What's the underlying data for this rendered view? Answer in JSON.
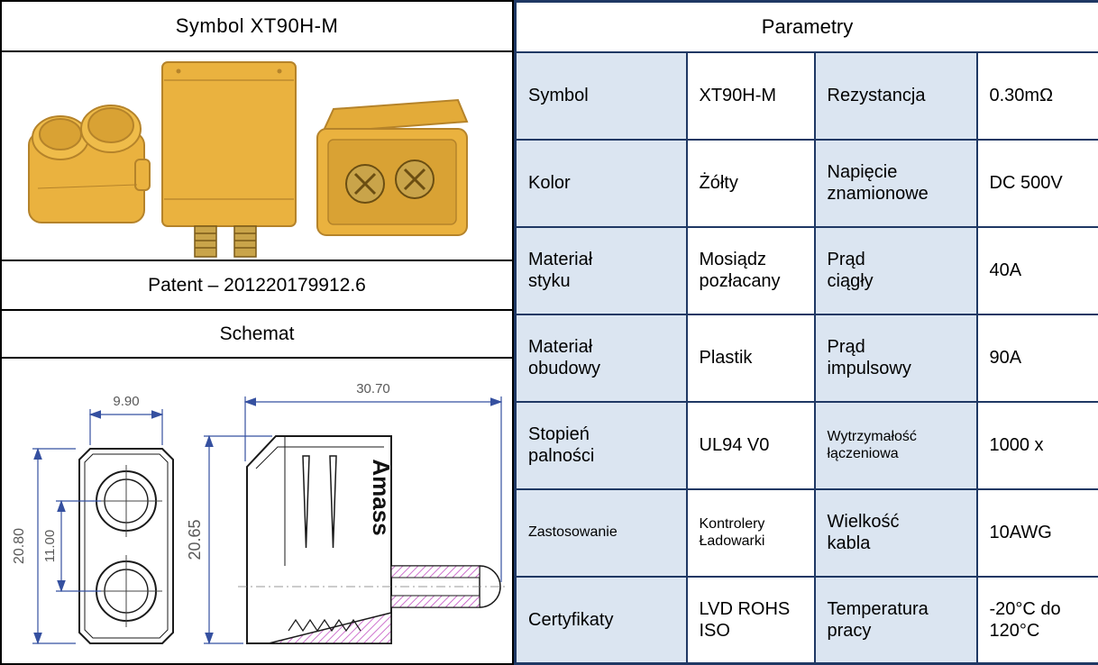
{
  "left": {
    "title": "Symbol  XT90H-M",
    "patent": "Patent – 201220179912.6",
    "schemat_title": "Schemat",
    "brand": "Amass",
    "dims": {
      "width_front": "9.90",
      "height_front": "20.80",
      "pin_spacing": "11.00",
      "height_side": "20.65",
      "length_side": "30.70"
    },
    "colors": {
      "connector_yellow": "#eab23f",
      "hatch_magenta": "#c24fc2",
      "dimension_blue": "#3550a0"
    }
  },
  "table": {
    "title": "Parametry",
    "rows": [
      {
        "p1": "Symbol",
        "v1": "XT90H-M",
        "p2": "Rezystancja",
        "v2": "0.30mΩ"
      },
      {
        "p1": "Kolor",
        "v1": "Żółty",
        "p2": "Napięcie\nznamionowe",
        "v2": "DC 500V"
      },
      {
        "p1": "Materiał\nstyku",
        "v1": "Mosiądz\npozłacany",
        "p2": "Prąd\nciągły",
        "v2": "40A"
      },
      {
        "p1": "Materiał\nobudowy",
        "v1": "Plastik",
        "p2": "Prąd\nimpulsowy",
        "v2": "90A"
      },
      {
        "p1": "Stopień\npalności",
        "v1": "UL94 V0",
        "p2": "Wytrzymałość\nłączeniowa",
        "v2": "1000 x"
      },
      {
        "p1": "Zastosowanie",
        "v1": "Kontrolery\nŁadowarki",
        "p2": "Wielkość\nkabla",
        "v2": "10AWG"
      },
      {
        "p1": "Certyfikaty",
        "v1": "LVD ROHS\nISO",
        "p2": "Temperatura\npracy",
        "v2": "-20°C do\n120°C"
      }
    ]
  }
}
